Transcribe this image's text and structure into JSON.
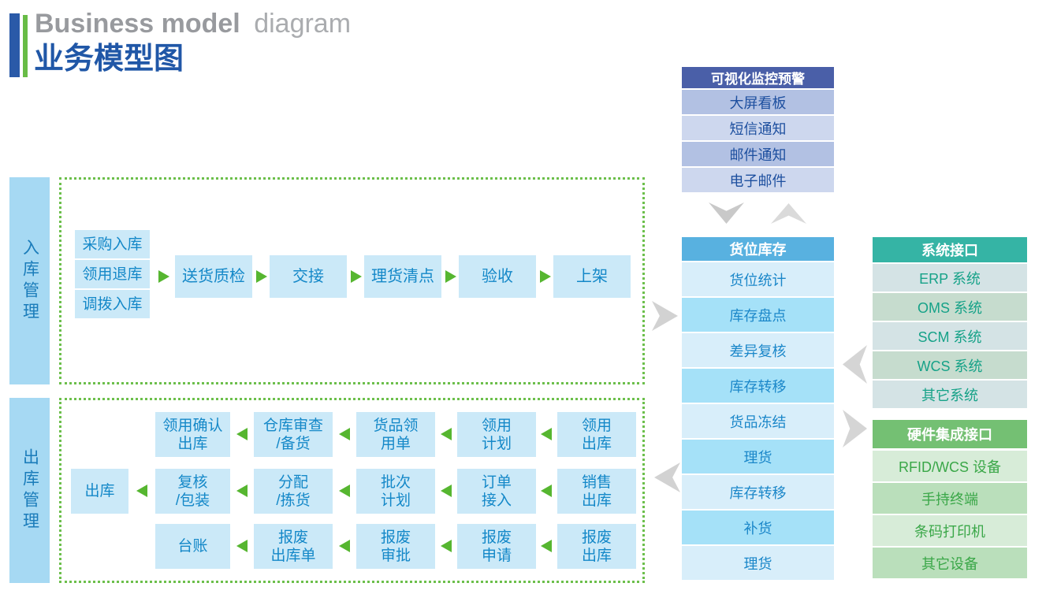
{
  "header": {
    "title_en_bold": "Business model",
    "title_en_light": "diagram",
    "title_zh": "业务模型图"
  },
  "monitor_panel": {
    "title": "可视化监控预警",
    "items": [
      "大屏看板",
      "短信通知",
      "邮件通知",
      "电子邮件"
    ]
  },
  "inventory_panel": {
    "title": "货位库存",
    "items": [
      "货位统计",
      "库存盘点",
      "差异复核",
      "库存转移",
      "货品冻结",
      "理货",
      "库存转移",
      "补货",
      "理货"
    ]
  },
  "system_panel": {
    "title": "系统接口",
    "items": [
      "ERP 系统",
      "OMS 系统",
      "SCM 系统",
      "WCS 系统",
      "其它系统"
    ]
  },
  "hardware_panel": {
    "title": "硬件集成接口",
    "items": [
      "RFID/WCS 设备",
      "手持终端",
      "条码打印机",
      "其它设备"
    ]
  },
  "inbound": {
    "label": "入库管理",
    "sources": [
      "采购入库",
      "领用退库",
      "调拨入库"
    ],
    "flow": [
      "送货质检",
      "交接",
      "理货清点",
      "验收",
      "上架"
    ]
  },
  "outbound": {
    "label": "出库管理",
    "row1": [
      "领用确认\n出库",
      "仓库审查\n/备货",
      "货品领\n用单",
      "领用\n计划",
      "领用\n出库"
    ],
    "row2": [
      "出库",
      "复核\n/包装",
      "分配\n/拣货",
      "批次\n计划",
      "订单\n接入",
      "销售\n出库"
    ],
    "row3": [
      "台账",
      "报废\n出库单",
      "报废\n审批",
      "报废\n申请",
      "报废\n出库"
    ]
  },
  "colors": {
    "title_blue": "#2057a7",
    "bar_blue": "#2a5aa8",
    "bar_green": "#68bc46",
    "monitor_header_bg": "#4a5fa8",
    "inventory_header_bg": "#58b1e0",
    "system_header_bg": "#35b4a5",
    "hardware_header_bg": "#74c073",
    "flow_box_bg": "#cbe9f8",
    "section_label_bg": "#a6d9f3",
    "dotted_border": "#6cbf4b",
    "green_arrow": "#56b630",
    "gray_arrow": "#d2d2d2"
  }
}
